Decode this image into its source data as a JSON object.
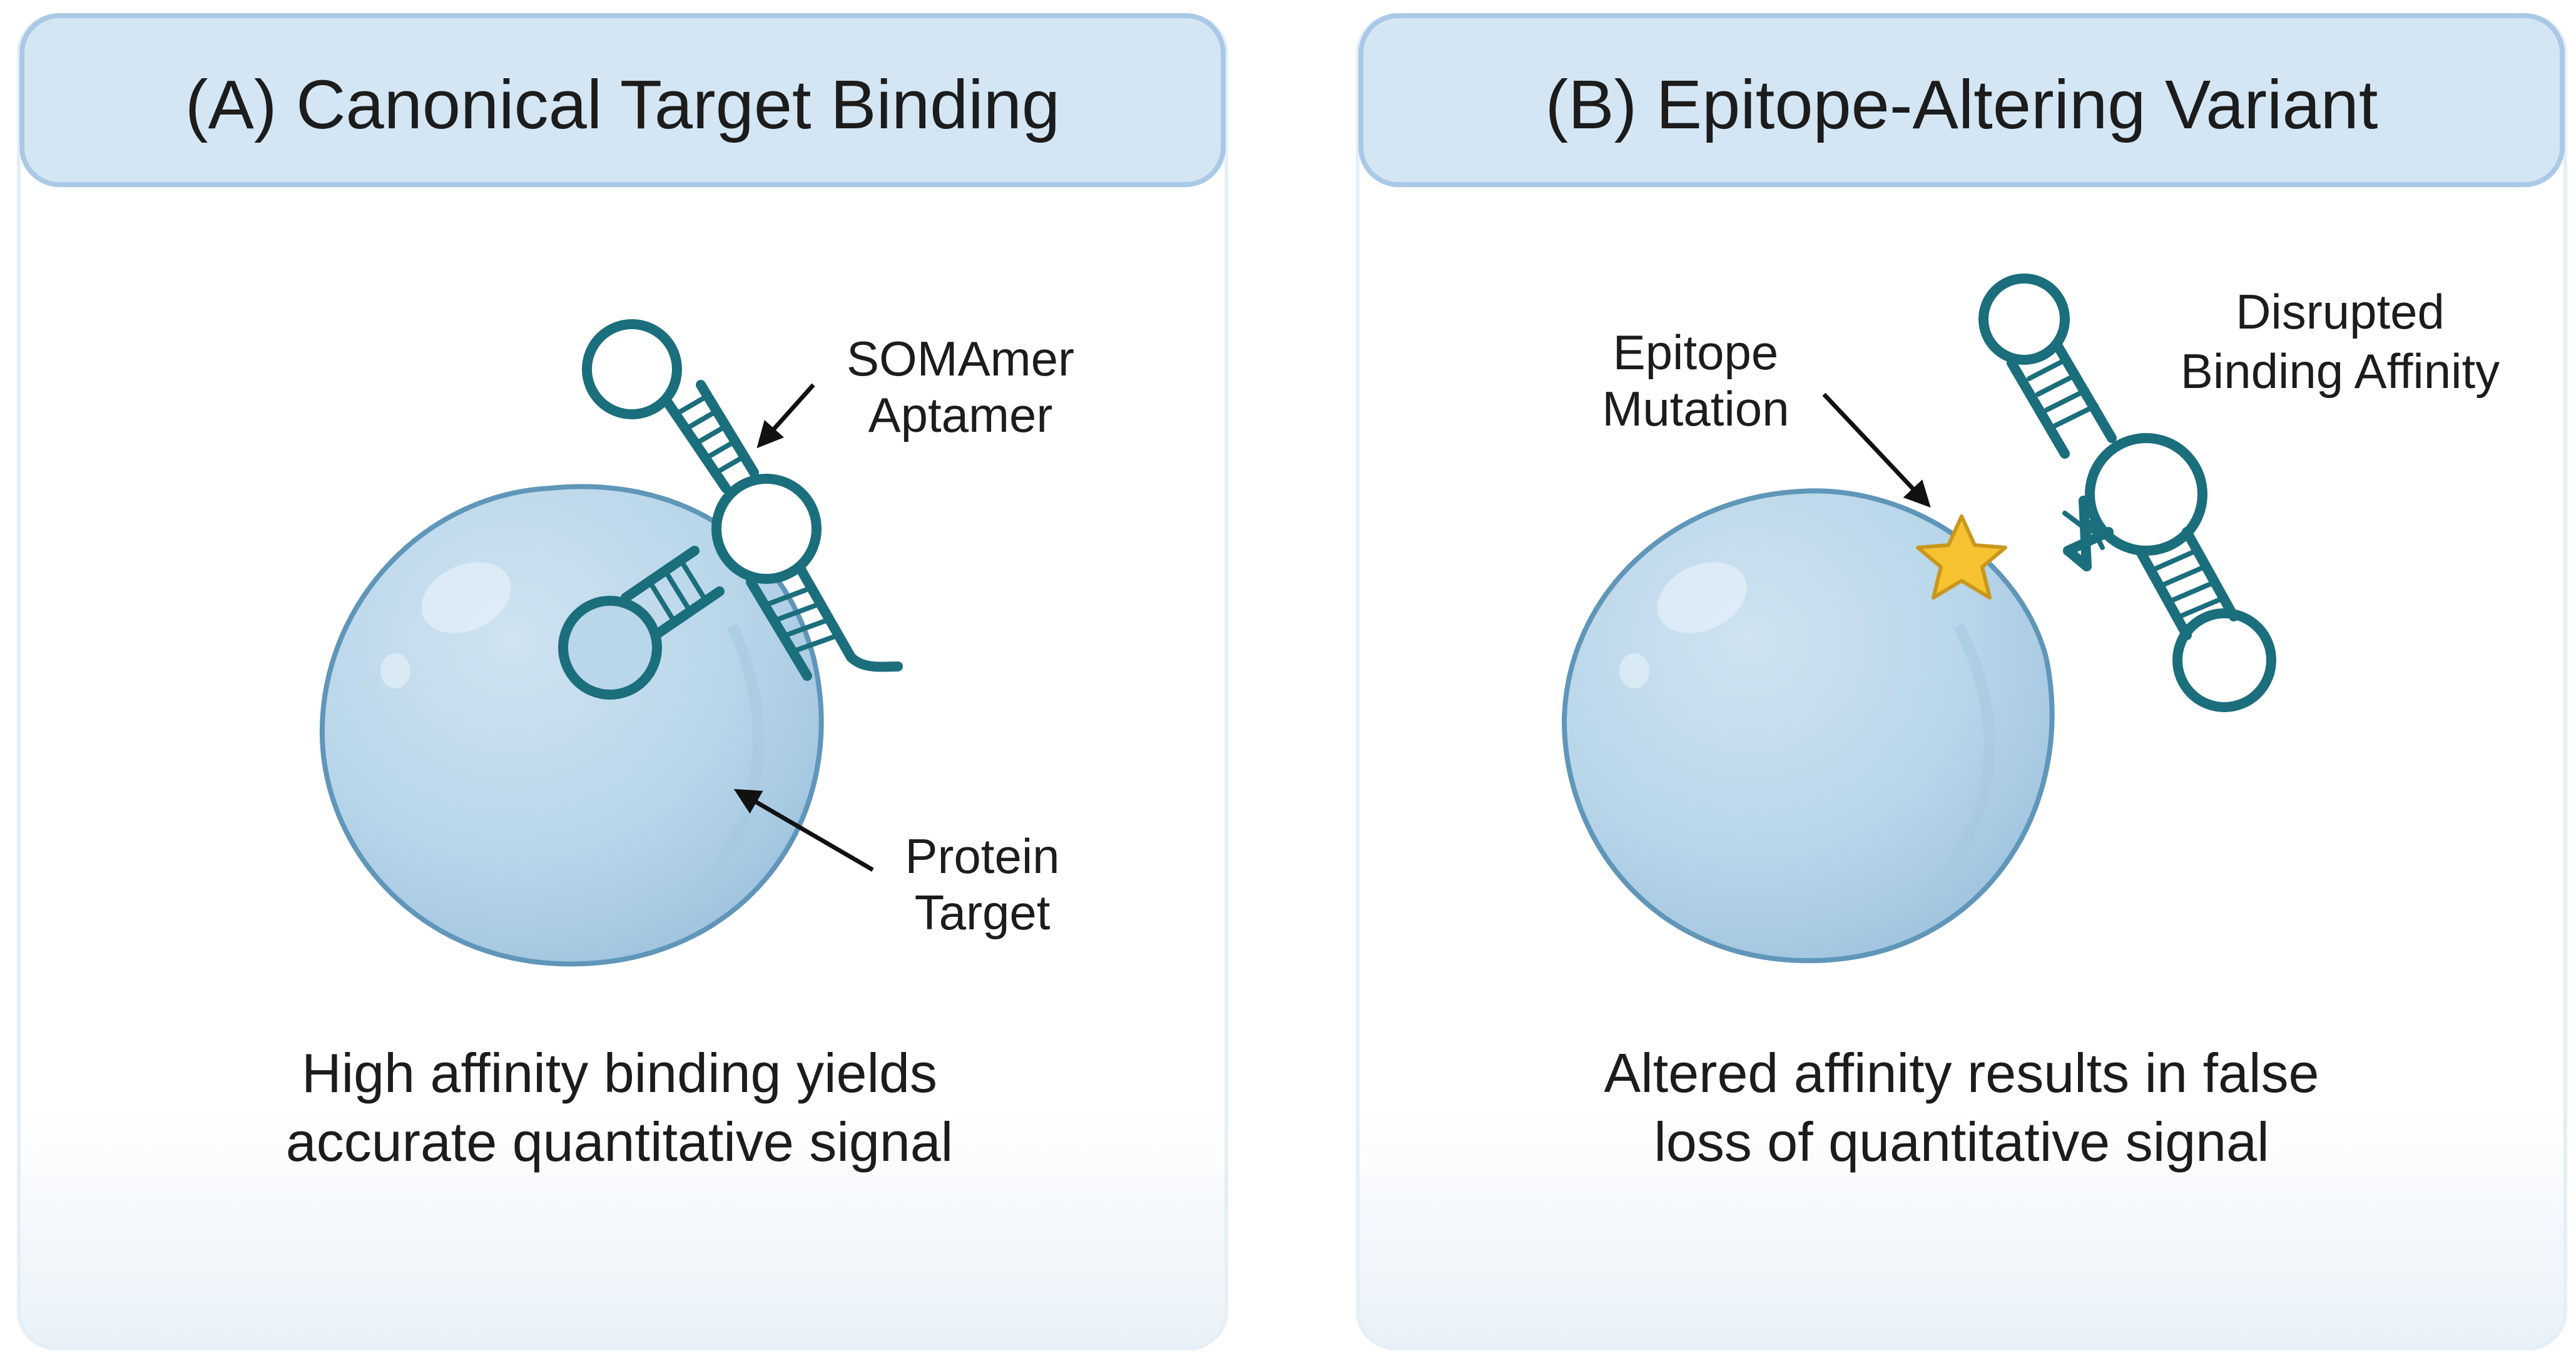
{
  "panels": [
    {
      "title": "(A) Canonical Target Binding",
      "aptamer_label": [
        "SOMAmer",
        "Aptamer"
      ],
      "protein_label": [
        "Protein",
        "Target"
      ],
      "caption": [
        "High affinity binding yields",
        "accurate quantitative signal"
      ]
    },
    {
      "title": "(B) Epitope-Altering Variant",
      "mutation_label": [
        "Epitope",
        "Mutation"
      ],
      "disrupted_label": [
        "Disrupted",
        "Binding Affinity"
      ],
      "caption": [
        "Altered affinity results in false",
        "loss of quantitative signal"
      ]
    }
  ],
  "colors": {
    "panel_header": "#d4e6f4",
    "panel_border": "#a9c9e6",
    "protein": "#b9d6ea",
    "protein_stroke": "#5f96b9",
    "aptamer": "#1b6e7c",
    "mutation_star": "#f6c232"
  }
}
